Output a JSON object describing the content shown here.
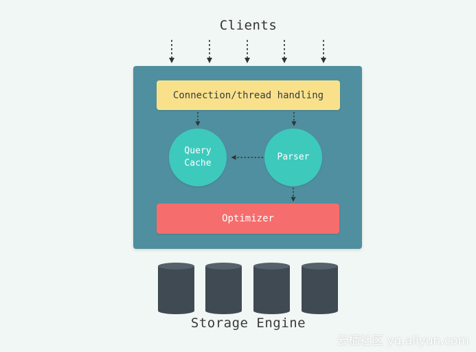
{
  "title": "Clients",
  "server": {
    "connection_label": "Connection/thread handling",
    "query_cache_line1": "Query",
    "query_cache_line2": "Cache",
    "parser_label": "Parser",
    "optimizer_label": "Optimizer"
  },
  "storage": {
    "label": "Storage Engine"
  },
  "watermark": "云栖社区 yq.aliyun.com",
  "colors": {
    "background": "#f1f7f4",
    "server_box": "#4f8f9f",
    "connection": "#f9e18c",
    "circles": "#3ec9bd",
    "optimizer": "#f66d6d",
    "storage": "#3f4a52",
    "arrows": "#333333"
  }
}
